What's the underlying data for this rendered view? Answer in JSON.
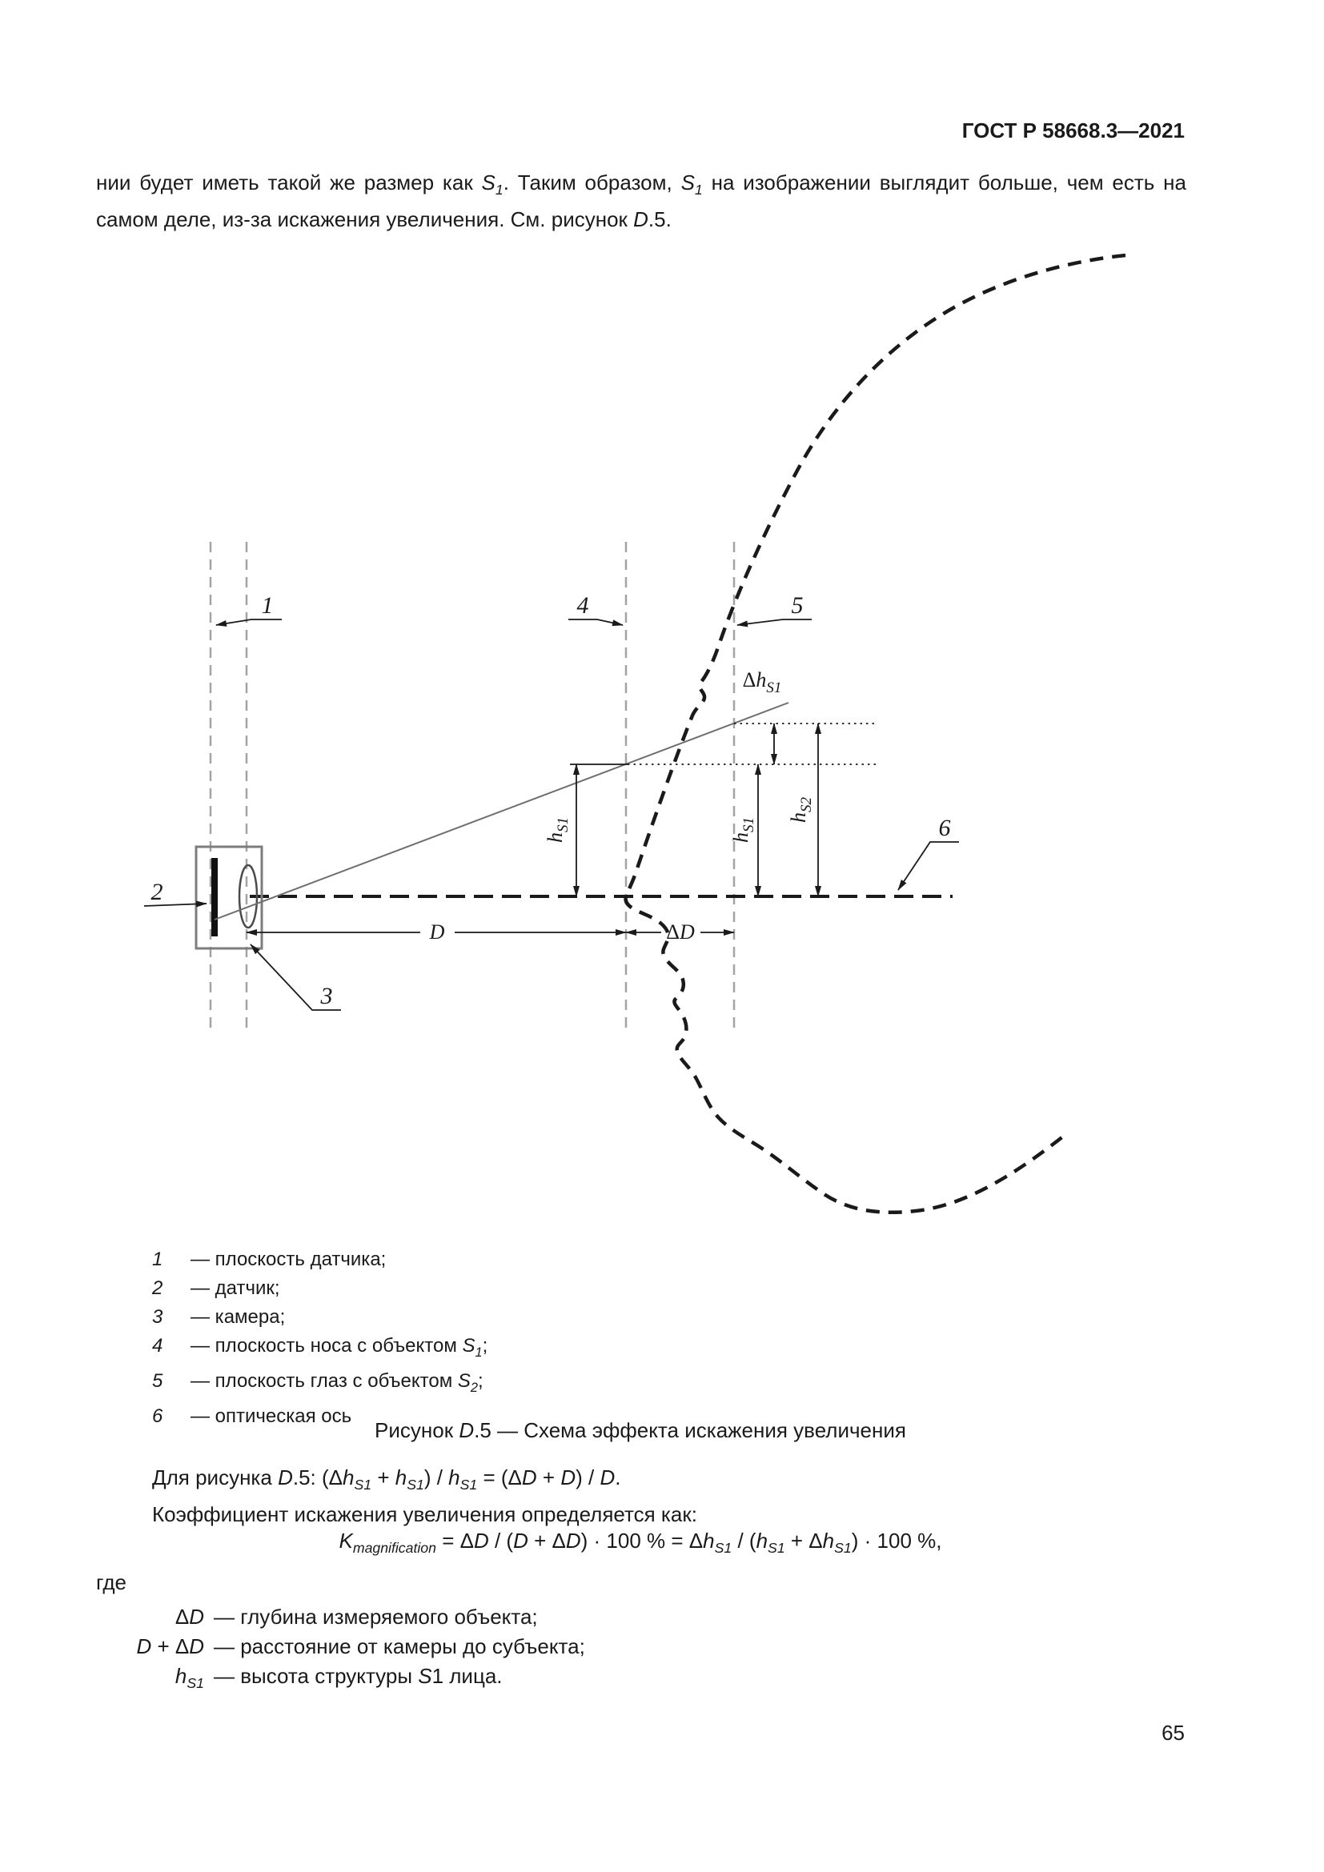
{
  "page": {
    "header": "ГОСТ Р 58668.3—2021",
    "number": "65"
  },
  "colors": {
    "ink": "#1a1a1a",
    "plane_line": "#a3a3a3"
  },
  "intro": {
    "parts": [
      {
        "t": "нии будет иметь такой же размер как "
      },
      {
        "t": "S",
        "i": true
      },
      {
        "t": "1",
        "s": "sub",
        "i": true
      },
      {
        "t": ". Таким образом, "
      },
      {
        "t": "S",
        "i": true
      },
      {
        "t": "1",
        "s": "sub",
        "i": true
      },
      {
        "t": " на изображении выглядит больше, чем есть на самом деле, из-за искажения увеличения. См. рисунок "
      },
      {
        "t": "D",
        "i": true
      },
      {
        "t": ".5."
      }
    ]
  },
  "diagram": {
    "labels": {
      "pos1": "1",
      "pos2": "2",
      "pos3": "3",
      "pos4": "4",
      "pos5": "5",
      "pos6": "6",
      "dist": "D",
      "delta": "Δ",
      "h": "h",
      "s1": "S1",
      "s2": "S2"
    }
  },
  "legend": {
    "items": [
      {
        "num": "1",
        "parts": [
          {
            "t": "— плоскость датчика;"
          }
        ]
      },
      {
        "num": "2",
        "parts": [
          {
            "t": "— датчик;"
          }
        ]
      },
      {
        "num": "3",
        "parts": [
          {
            "t": "— камера;"
          }
        ]
      },
      {
        "num": "4",
        "parts": [
          {
            "t": "— плоскость носа с объектом "
          },
          {
            "t": "S",
            "i": true
          },
          {
            "t": "1",
            "s": "sub",
            "i": true
          },
          {
            "t": ";"
          }
        ]
      },
      {
        "num": "5",
        "parts": [
          {
            "t": "— плоскость глаз с объектом "
          },
          {
            "t": "S",
            "i": true
          },
          {
            "t": "2",
            "s": "sub",
            "i": true
          },
          {
            "t": ";"
          }
        ]
      },
      {
        "num": "6",
        "parts": [
          {
            "t": "— оптическая ось"
          }
        ]
      }
    ]
  },
  "caption": {
    "parts": [
      {
        "t": "Рисунок "
      },
      {
        "t": "D",
        "i": true
      },
      {
        "t": ".5 — Схема эффекта искажения увеличения"
      }
    ]
  },
  "body": {
    "line1_parts": [
      {
        "t": "Для рисунка "
      },
      {
        "t": "D",
        "i": true
      },
      {
        "t": ".5: (Δ"
      },
      {
        "t": "h",
        "i": true
      },
      {
        "t": "S1",
        "s": "sub",
        "i": true
      },
      {
        "t": " + "
      },
      {
        "t": "h",
        "i": true
      },
      {
        "t": "S1",
        "s": "sub",
        "i": true
      },
      {
        "t": ") / "
      },
      {
        "t": "h",
        "i": true
      },
      {
        "t": "S1",
        "s": "sub",
        "i": true
      },
      {
        "t": " = (Δ"
      },
      {
        "t": "D",
        "i": true
      },
      {
        "t": " + "
      },
      {
        "t": "D",
        "i": true
      },
      {
        "t": ") / "
      },
      {
        "t": "D",
        "i": true
      },
      {
        "t": "."
      }
    ],
    "line2": "Коэффициент искажения увеличения определяется как:",
    "formula_parts": [
      {
        "t": "K",
        "i": true
      },
      {
        "t": "magnification",
        "s": "sub",
        "i": true
      },
      {
        "t": " = Δ"
      },
      {
        "t": "D",
        "i": true
      },
      {
        "t": " / ("
      },
      {
        "t": "D",
        "i": true
      },
      {
        "t": " + Δ"
      },
      {
        "t": "D",
        "i": true
      },
      {
        "t": ") · 100 % = Δ"
      },
      {
        "t": "h",
        "i": true
      },
      {
        "t": "S1",
        "s": "sub",
        "i": true
      },
      {
        "t": " / ("
      },
      {
        "t": "h",
        "i": true
      },
      {
        "t": "S1",
        "s": "sub",
        "i": true
      },
      {
        "t": " + Δ"
      },
      {
        "t": "h",
        "i": true
      },
      {
        "t": "S1",
        "s": "sub",
        "i": true
      },
      {
        "t": ") · 100 %,"
      }
    ],
    "where_label": "где",
    "defs": [
      {
        "term": [
          {
            "t": "Δ"
          },
          {
            "t": "D",
            "i": true
          }
        ],
        "parts": [
          {
            "t": "— глубина измеряемого объекта;"
          }
        ]
      },
      {
        "term": [
          {
            "t": "D",
            "i": true
          },
          {
            "t": " + Δ"
          },
          {
            "t": "D",
            "i": true
          }
        ],
        "parts": [
          {
            "t": "— расстояние от камеры до субъекта;"
          }
        ]
      },
      {
        "term": [
          {
            "t": "h",
            "i": true
          },
          {
            "t": "S1",
            "s": "sub",
            "i": true
          }
        ],
        "parts": [
          {
            "t": "— высота структуры "
          },
          {
            "t": "S",
            "i": true
          },
          {
            "t": "1 лица."
          }
        ]
      }
    ]
  }
}
